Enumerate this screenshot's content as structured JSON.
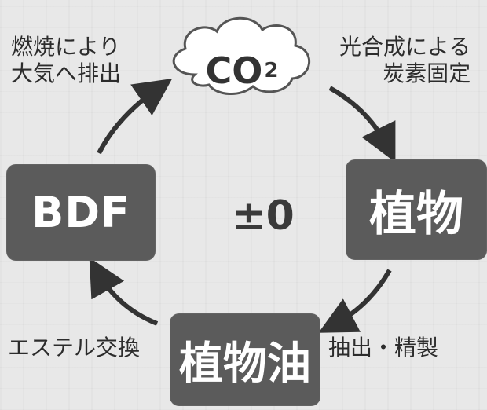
{
  "cloud": {
    "text": "CO",
    "sub": "2"
  },
  "center": {
    "text": "±0"
  },
  "nodes": {
    "bdf": "BDF",
    "plant": "植物",
    "plant_oil": "植物油"
  },
  "labels": {
    "combustion_line1": "燃焼により",
    "combustion_line2": "大気へ排出",
    "photosynthesis_line1": "光合成による",
    "photosynthesis_line2": "炭素固定",
    "extraction": "抽出・精製",
    "transesterification": "エステル交換"
  },
  "colors": {
    "box": "#5b5b5b",
    "arrow": "#333333",
    "cloud_fill": "#ffffff"
  }
}
